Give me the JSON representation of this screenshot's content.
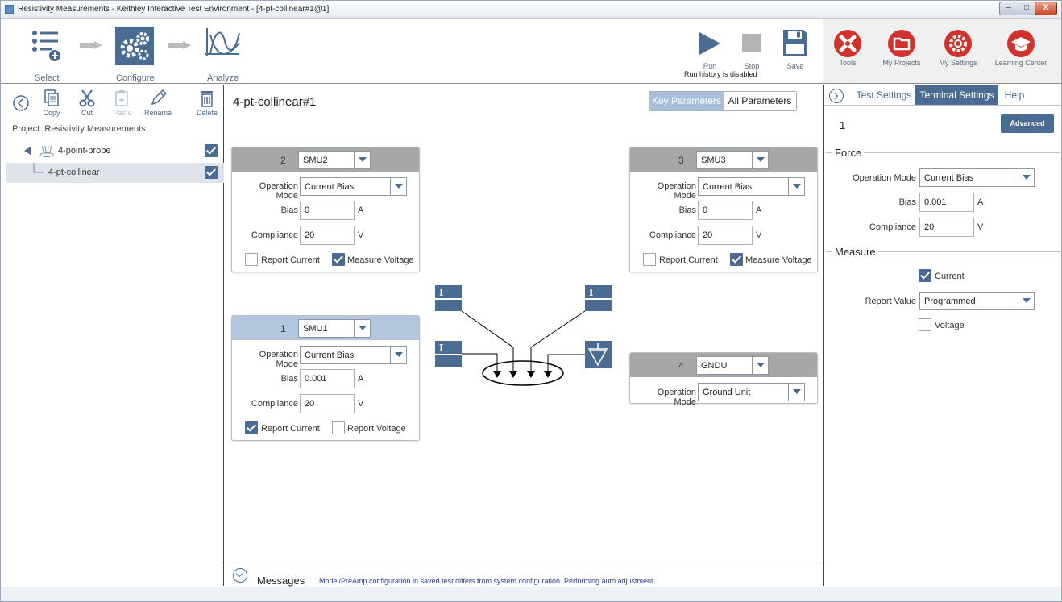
{
  "window": {
    "title": "Resistivity Measurements - Keithley Interactive Test Environment - [4-pt-collinear#1@1]",
    "min_label": "–",
    "max_label": "□",
    "close_label": "X"
  },
  "toolbar": {
    "steps": [
      {
        "label": "Select"
      },
      {
        "label": "Configure"
      },
      {
        "label": "Analyze"
      }
    ],
    "run": {
      "label": "Run"
    },
    "stop": {
      "label": "Stop"
    },
    "save": {
      "label": "Save"
    },
    "run_note": "Run history is disabled",
    "tools": [
      {
        "label": "Tools",
        "icon": "wrench-icon"
      },
      {
        "label": "My Projects",
        "icon": "folder-icon"
      },
      {
        "label": "My Settings",
        "icon": "gear-icon"
      },
      {
        "label": "Learning Center",
        "icon": "graduation-cap-icon"
      }
    ]
  },
  "left_panel": {
    "actions": [
      {
        "label": "Copy"
      },
      {
        "label": "Cut"
      },
      {
        "label": "Paste"
      },
      {
        "label": "Rename"
      },
      {
        "label": "Delete"
      }
    ],
    "project_label": "Project: Resistivity Measurements",
    "tree": [
      {
        "label": "4-point-probe",
        "checked": true
      },
      {
        "label": "4-pt-collinear",
        "checked": true
      }
    ]
  },
  "center": {
    "test_title": "4-pt-collinear#1",
    "toggle": {
      "key": "Key Parameters",
      "all": "All Parameters"
    },
    "cards": {
      "smu2": {
        "num": "2",
        "instrument": "SMU2",
        "op_mode_label": "Operation Mode",
        "op_mode": "Current Bias",
        "bias_label": "Bias",
        "bias": "0",
        "bias_unit": "A",
        "compliance_label": "Compliance",
        "compliance": "20",
        "compliance_unit": "V",
        "chk1_label": "Report Current",
        "chk1": false,
        "chk2_label": "Measure Voltage",
        "chk2": true
      },
      "smu3": {
        "num": "3",
        "instrument": "SMU3",
        "op_mode_label": "Operation Mode",
        "op_mode": "Current Bias",
        "bias_label": "Bias",
        "bias": "0",
        "bias_unit": "A",
        "compliance_label": "Compliance",
        "compliance": "20",
        "compliance_unit": "V",
        "chk1_label": "Report Current",
        "chk1": false,
        "chk2_label": "Measure Voltage",
        "chk2": true
      },
      "smu1": {
        "num": "1",
        "instrument": "SMU1",
        "op_mode_label": "Operation Mode",
        "op_mode": "Current Bias",
        "bias_label": "Bias",
        "bias": "0.001",
        "bias_unit": "A",
        "compliance_label": "Compliance",
        "compliance": "20",
        "compliance_unit": "V",
        "chk1_label": "Report Current",
        "chk1": true,
        "chk2_label": "Report Voltage",
        "chk2": false
      },
      "gndu": {
        "num": "4",
        "instrument": "GNDU",
        "op_mode_label": "Operation Mode",
        "op_mode": "Ground Unit"
      }
    },
    "diagram": {
      "source_symbol": "I",
      "colors": {
        "box": "#4a6c93",
        "wire": "#000000"
      }
    },
    "messages": {
      "title": "Messages",
      "text": "Model/PreAmp configuration in saved test differs from system configuration. Performing auto adjustment."
    }
  },
  "right_panel": {
    "tabs": [
      {
        "label": "Test Settings"
      },
      {
        "label": "Terminal Settings",
        "active": true
      },
      {
        "label": "Help"
      }
    ],
    "terminal_num": "1",
    "advanced_label": "Advanced",
    "force": {
      "title": "Force",
      "op_mode_label": "Operation Mode",
      "op_mode": "Current Bias",
      "bias_label": "Bias",
      "bias": "0.001",
      "bias_unit": "A",
      "compliance_label": "Compliance",
      "compliance": "20",
      "compliance_unit": "V"
    },
    "measure": {
      "title": "Measure",
      "current_label": "Current",
      "current": true,
      "report_label": "Report Value",
      "report_value": "Programmed",
      "voltage_label": "Voltage",
      "voltage": false
    }
  },
  "theme": {
    "accent": "#4a6c93",
    "header_gray": "#a7a7a7",
    "header_active": "#b2c6dd",
    "tool_red": "#d2322e"
  }
}
